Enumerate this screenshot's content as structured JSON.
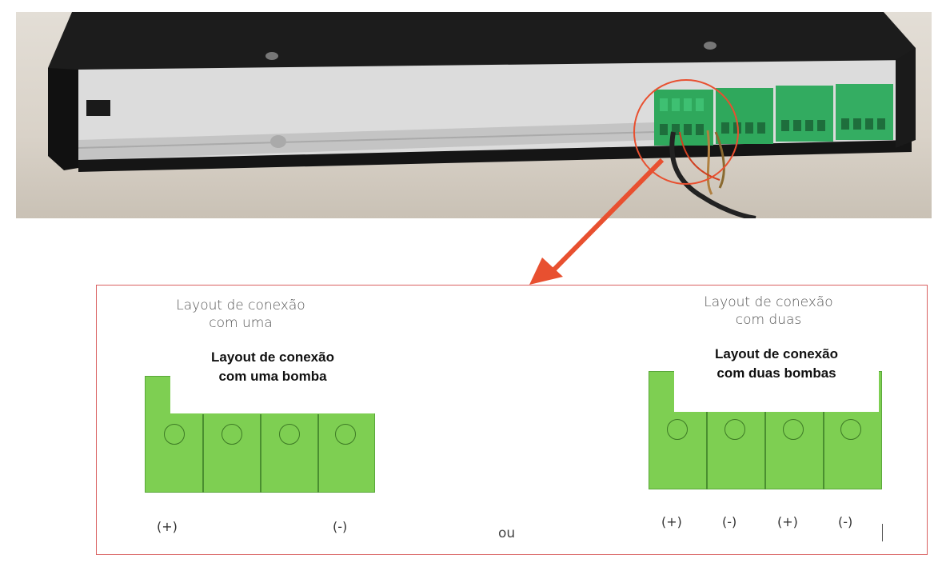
{
  "diagram": {
    "left_panel": {
      "small_title": [
        "Layout de conexão",
        "com uma"
      ],
      "bold_title": [
        "Layout de conexão",
        "com uma bomba"
      ],
      "polarity": [
        "(+)",
        "(-)"
      ]
    },
    "right_panel": {
      "small_title": [
        "Layout de conexão",
        "com duas"
      ],
      "bold_title": [
        "Layout de conexão",
        "com duas bombas"
      ],
      "polarity": [
        "(+)",
        "(-)",
        "(+)",
        "(-)"
      ]
    },
    "separator_text": "ou"
  },
  "colors": {
    "terminal_green": "#7ecf52",
    "highlight_red": "#e85030",
    "frame_border": "#d96060"
  }
}
